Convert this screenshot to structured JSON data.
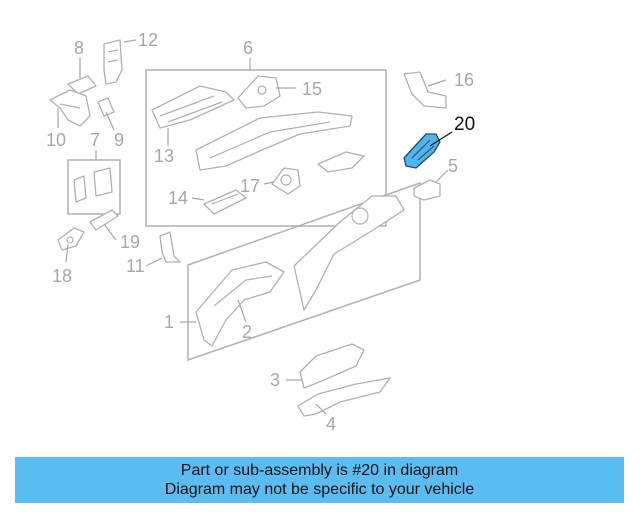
{
  "highlight_color": "#4fb6ec",
  "banner_color": "#5bbcf2",
  "banner": {
    "line1": "Part or sub-assembly is #20 in diagram",
    "line2": "Diagram may not be specific to your vehicle"
  },
  "callouts": {
    "c1": "1",
    "c2": "2",
    "c3": "3",
    "c4": "4",
    "c5": "5",
    "c6": "6",
    "c7": "7",
    "c8": "8",
    "c9": "9",
    "c10": "10",
    "c11": "11",
    "c12": "12",
    "c13": "13",
    "c14": "14",
    "c15": "15",
    "c16": "16",
    "c17": "17",
    "c18": "18",
    "c19": "19",
    "c20": "20"
  }
}
